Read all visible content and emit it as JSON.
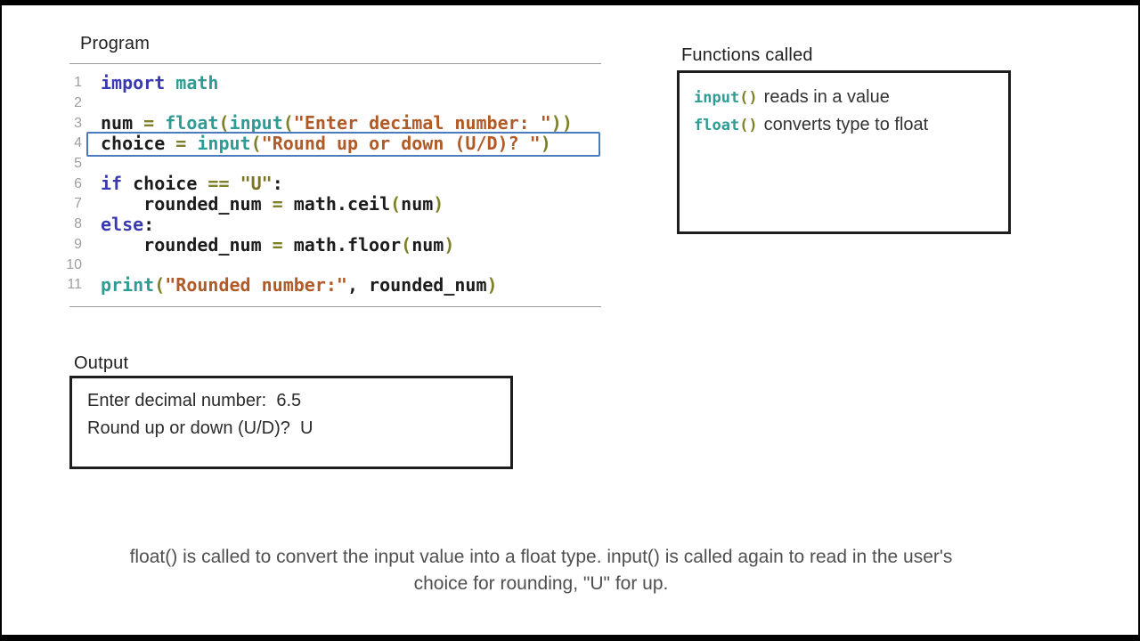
{
  "slide": {
    "program": {
      "title": "Program",
      "lines": [
        {
          "num": "1",
          "tokens": [
            [
              "kw",
              "import"
            ],
            [
              "t",
              " "
            ],
            [
              "b",
              "math"
            ]
          ]
        },
        {
          "num": "2",
          "tokens": []
        },
        {
          "num": "3",
          "tokens": [
            [
              "t",
              "num "
            ],
            [
              "o",
              "="
            ],
            [
              "t",
              " "
            ],
            [
              "b",
              "float"
            ],
            [
              "o",
              "("
            ],
            [
              "b",
              "input"
            ],
            [
              "o",
              "("
            ],
            [
              "s",
              "\"Enter decimal number: \""
            ],
            [
              "o",
              "))"
            ]
          ]
        },
        {
          "num": "4",
          "highlight": true,
          "tokens": [
            [
              "t",
              "choice "
            ],
            [
              "o",
              "="
            ],
            [
              "t",
              " "
            ],
            [
              "b",
              "input"
            ],
            [
              "o",
              "("
            ],
            [
              "s",
              "\"Round up or down (U/D)? \""
            ],
            [
              "o",
              ")"
            ]
          ]
        },
        {
          "num": "5",
          "tokens": []
        },
        {
          "num": "6",
          "tokens": [
            [
              "kw",
              "if"
            ],
            [
              "t",
              " choice "
            ],
            [
              "o",
              "=="
            ],
            [
              "t",
              " "
            ],
            [
              "su",
              "\"U\""
            ],
            [
              "t",
              ":"
            ]
          ]
        },
        {
          "num": "7",
          "tokens": [
            [
              "t",
              "    rounded_num "
            ],
            [
              "o",
              "="
            ],
            [
              "t",
              " math.ceil"
            ],
            [
              "o",
              "("
            ],
            [
              "t",
              "num"
            ],
            [
              "o",
              ")"
            ]
          ]
        },
        {
          "num": "8",
          "tokens": [
            [
              "kw",
              "else"
            ],
            [
              "t",
              ":"
            ]
          ]
        },
        {
          "num": "9",
          "tokens": [
            [
              "t",
              "    rounded_num "
            ],
            [
              "o",
              "="
            ],
            [
              "t",
              " math.floor"
            ],
            [
              "o",
              "("
            ],
            [
              "t",
              "num"
            ],
            [
              "o",
              ")"
            ]
          ]
        },
        {
          "num": "10",
          "tokens": []
        },
        {
          "num": "11",
          "tokens": [
            [
              "b",
              "print"
            ],
            [
              "o",
              "("
            ],
            [
              "s",
              "\"Rounded number:\""
            ],
            [
              "t",
              ", rounded_num"
            ],
            [
              "o",
              ")"
            ]
          ]
        }
      ]
    },
    "functions": {
      "title": "Functions called",
      "rows": [
        {
          "fn": "input",
          "parens": "()",
          "desc": "reads in a value"
        },
        {
          "fn": "float",
          "parens": "()",
          "desc": "converts type to float"
        }
      ]
    },
    "output": {
      "title": "Output",
      "lines": [
        "Enter decimal number:  6.5",
        "Round up or down (U/D)?  U"
      ]
    },
    "caption": {
      "line1": "float() is called to convert the input value into a float type. input() is called again to read in the user's",
      "line2": "choice for rounding, \"U\" for up."
    },
    "colors": {
      "keyword": "#3a3ab0",
      "builtin": "#2e9b94",
      "string": "#b05a28",
      "string_alt": "#7d7327",
      "operator": "#7d8029",
      "plain": "#1c1c1c",
      "line_number": "#9e9e9e",
      "highlight_border": "#4a7bbd"
    }
  }
}
